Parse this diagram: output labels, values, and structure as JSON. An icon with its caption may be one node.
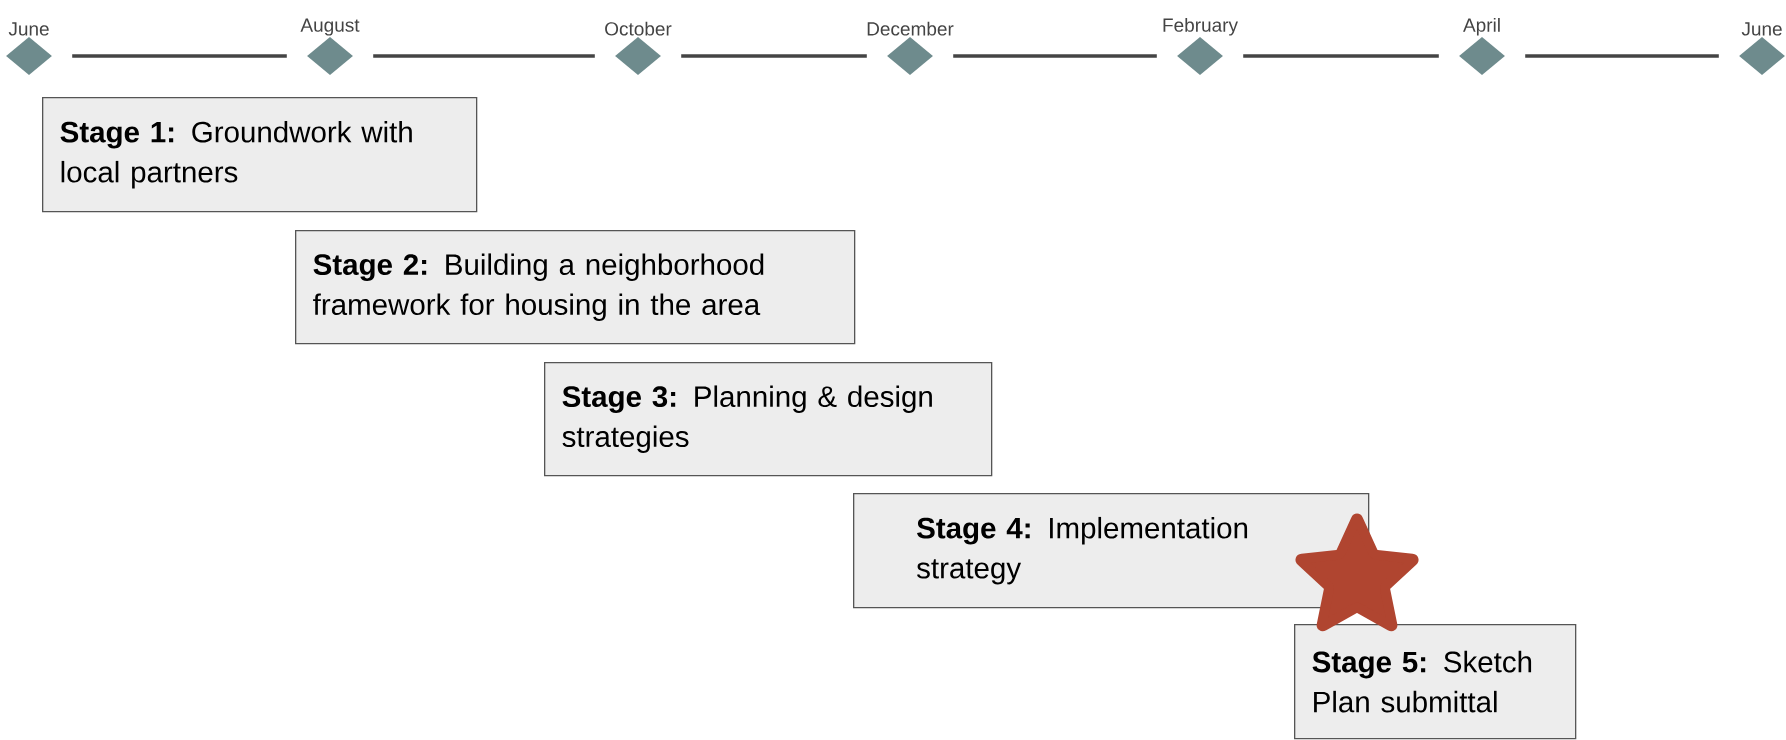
{
  "diagram": {
    "nodes": [
      {
        "text": [
          "June"
        ]
      },
      {
        "text": [
          "August"
        ]
      },
      {
        "text": [
          "October"
        ]
      },
      {
        "text": [
          "December"
        ]
      },
      {
        "text": [
          "February"
        ]
      },
      {
        "text": [
          "April"
        ]
      },
      {
        "text": [
          "June"
        ]
      },
      {
        "text": [
          "**Stage 1:** Groundwork with local partners"
        ]
      },
      {
        "text": [
          "**Stage 2:** Building a neighborhood framework for housing in the area"
        ]
      },
      {
        "text": [
          "**Stage 3:** Planning & design strategies"
        ]
      },
      {
        "text": [
          "**Stage 4:** Implementation strategy"
        ]
      },
      {
        "text": [
          "**Stage 5:** Sketch Plan submittal"
        ]
      },
      {
        "text": [],
        "shape": "star"
      }
    ],
    "edges": [
      {
        "from": 0,
        "to": 1,
        "arrow": "none"
      },
      {
        "from": 1,
        "to": 2,
        "arrow": "none"
      },
      {
        "from": 2,
        "to": 3,
        "arrow": "none"
      },
      {
        "from": 3,
        "to": 4,
        "arrow": "none"
      },
      {
        "from": 4,
        "to": 5,
        "arrow": "none"
      },
      {
        "from": 5,
        "to": 6,
        "arrow": "none"
      }
    ]
  }
}
